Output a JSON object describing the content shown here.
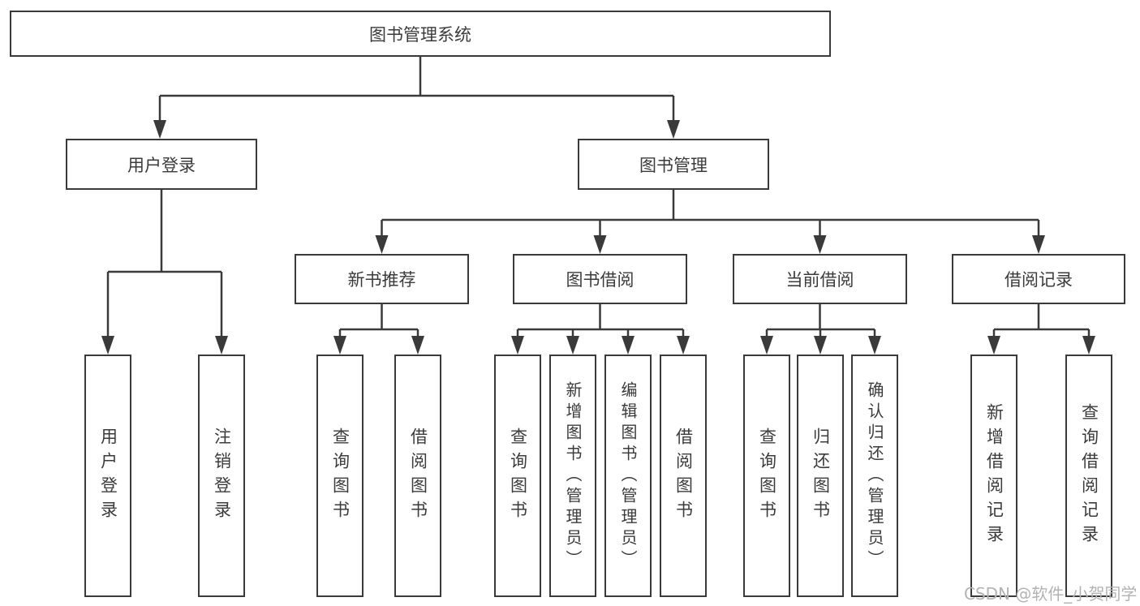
{
  "tree": {
    "root": {
      "label": "图书管理系统"
    },
    "branches": [
      {
        "label": "用户登录",
        "children": [
          {
            "label": "用户登录"
          },
          {
            "label": "注销登录"
          }
        ]
      },
      {
        "label": "图书管理",
        "children": [
          {
            "label": "新书推荐",
            "children": [
              {
                "label": "查询图书"
              },
              {
                "label": "借阅图书"
              }
            ]
          },
          {
            "label": "图书借阅",
            "children": [
              {
                "label": "查询图书"
              },
              {
                "label": "新增图书（管理员）"
              },
              {
                "label": "编辑图书（管理员）"
              },
              {
                "label": "借阅图书"
              }
            ]
          },
          {
            "label": "当前借阅",
            "children": [
              {
                "label": "查询图书"
              },
              {
                "label": "归还图书"
              },
              {
                "label": "确认归还（管理员）"
              }
            ]
          },
          {
            "label": "借阅记录",
            "children": [
              {
                "label": "新增借阅记录"
              },
              {
                "label": "查询借阅记录"
              }
            ]
          }
        ]
      }
    ]
  },
  "watermark": {
    "text": "CSDN @软件_小贺同学"
  },
  "colors": {
    "line": "#3a3a3a",
    "text": "#3b3b3b",
    "background": "#ffffff",
    "watermark": "#b3b3b3"
  }
}
